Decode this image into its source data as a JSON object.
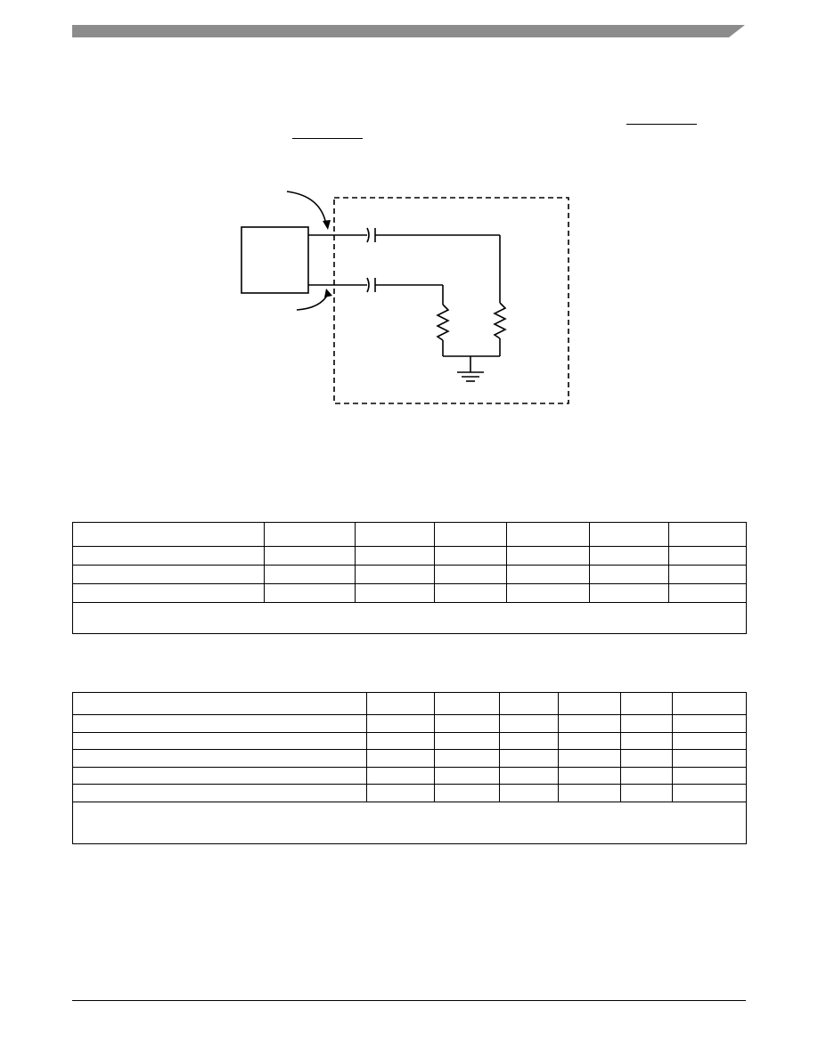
{
  "header": {
    "bar_color": "#8c8c8c"
  },
  "table1": {
    "row_count": 4,
    "column_count": 7
  },
  "table2": {
    "row_count": 6,
    "column_count": 7
  }
}
